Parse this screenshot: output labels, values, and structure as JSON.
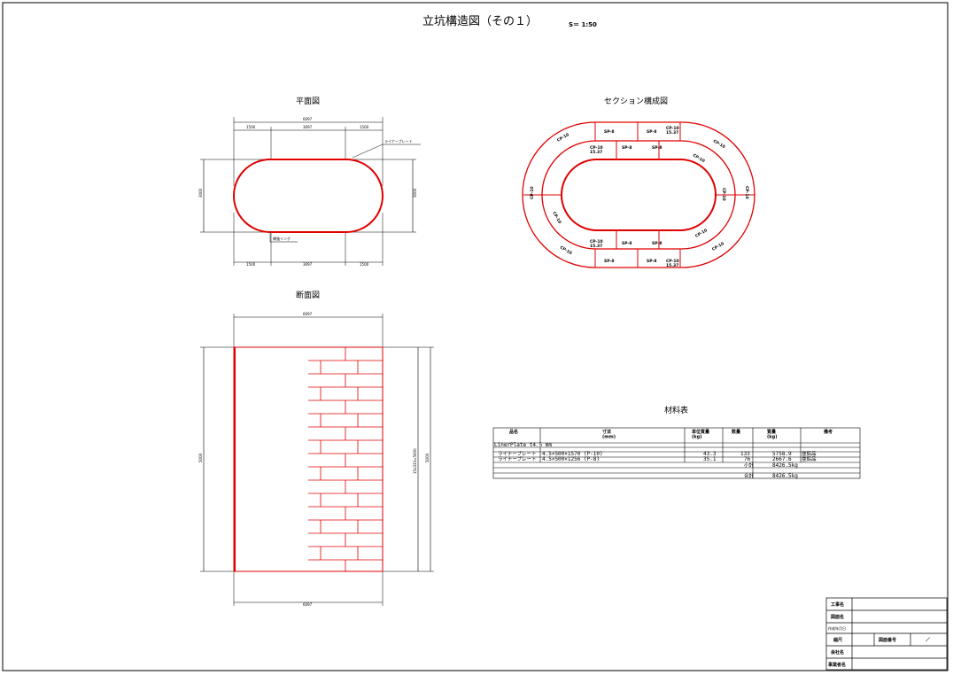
{
  "sheet": {
    "title": "立坑構造図（その１）",
    "scale": "S＝ 1:50"
  },
  "plan": {
    "heading": "平面図",
    "dim_top_total": "6097",
    "dim_top_left": "1500",
    "dim_top_mid": "3097",
    "dim_top_right": "1500",
    "dim_bottom_left": "1500",
    "dim_bottom_mid": "3097",
    "dim_bottom_right": "1500",
    "dim_left": "3000",
    "dim_right": "3000",
    "label_liner": "ライナープレート",
    "label_ring": "補強リング"
  },
  "section_config": {
    "heading": "セクション構成図",
    "outer_labels": [
      "SP-8",
      "SP-8",
      "CP-10\n15.37",
      "SP-8",
      "SP-8",
      "CP-10\n15.37",
      "CP-10",
      "CP-10",
      "CP-10",
      "CP-10",
      "CP-10",
      "CP-10"
    ],
    "inner_labels": [
      "SP-8",
      "SP-8",
      "CP-10\n15.37",
      "SP-8",
      "SP-8",
      "CP-10\n15.37",
      "CP-10",
      "CP-10",
      "CP-10",
      "CP-10"
    ]
  },
  "elevation": {
    "heading": "断面図",
    "dim_top": "6097",
    "dim_bottom": "6097",
    "dim_left": "5000",
    "dim_right": "5000",
    "dim_right_note": "15x333=5000"
  },
  "materials": {
    "heading": "材料表",
    "headers": [
      "品名",
      "寸法\n(mm)",
      "単位質量\n(kg)",
      "数量",
      "質量\n(kg)",
      "備考"
    ],
    "group_label": "LinerPlate t4.5 mm",
    "rows": [
      {
        "name": "ライナープレート",
        "size": "4.5×500×1570 (P-10)",
        "unit": "43.3",
        "qty": "133",
        "mass": "5758.9",
        "note": "亜鉛品"
      },
      {
        "name": "ライナープレート",
        "size": "4.5×500×1256 (P-8)",
        "unit": "35.1",
        "qty": "76",
        "mass": "2667.6",
        "note": "亜鉛品"
      }
    ],
    "subtotal_label": "小計",
    "subtotal_value": "8426.5kg",
    "total_label": "合計",
    "total_value": "8426.5kg"
  },
  "title_block": {
    "rows": [
      "工事名",
      "図面名",
      "作成年月日",
      "縮尺",
      "会社名",
      "事業者名"
    ],
    "drawing_number_label": "図面番号",
    "drawing_number_value": "／"
  },
  "colors": {
    "structure": "#e00000",
    "ink": "#000000",
    "paper": "#ffffff"
  }
}
